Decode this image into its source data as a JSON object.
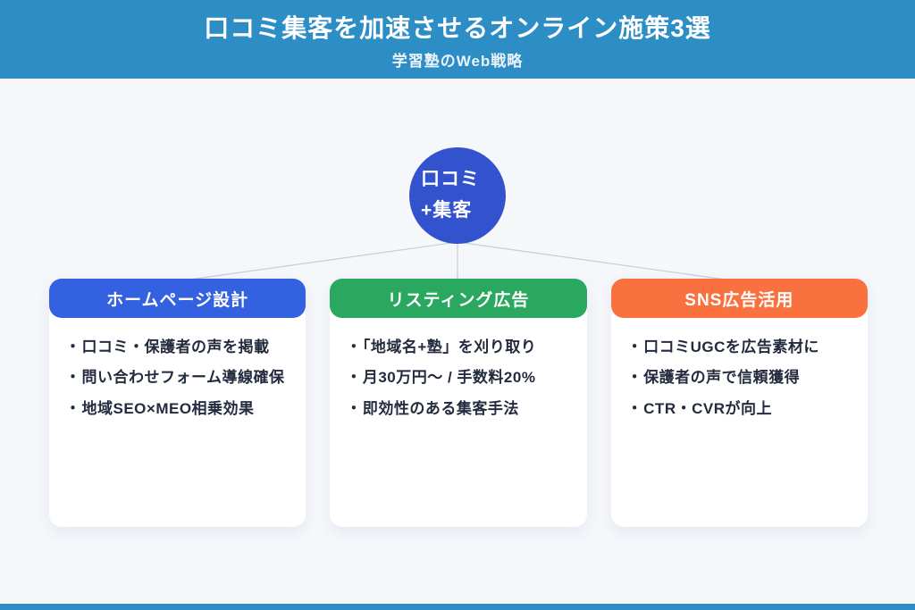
{
  "header": {
    "title": "口コミ集客を加速させるオンライン施策3選",
    "subtitle": "学習塾のWeb戦略"
  },
  "root_node": {
    "line1": "口コミ",
    "line2": "+集客",
    "color": "#3352CE"
  },
  "bullet_char": "・",
  "cards": [
    {
      "title": "ホームページ設計",
      "color": "#3361E0",
      "items": [
        "口コミ・保護者の声を掲載",
        "問い合わせフォーム導線確保",
        "地域SEO×MEO相乗効果"
      ]
    },
    {
      "title": "リスティング広告",
      "color": "#2BA85F",
      "items": [
        "「地域名+塾」を刈り取り",
        "月30万円〜 / 手数料20%",
        "即効性のある集客手法"
      ]
    },
    {
      "title": "SNS広告活用",
      "color": "#F9713F",
      "items": [
        "口コミUGCを広告素材に",
        "保護者の声で信頼獲得",
        "CTR・CVRが向上"
      ]
    }
  ],
  "colors": {
    "banner": "#2D8EC6",
    "background": "#F5F7FB",
    "card_background": "#FFFFFF",
    "body_text": "#232B3E",
    "connector_line": "#C7CDD9"
  }
}
